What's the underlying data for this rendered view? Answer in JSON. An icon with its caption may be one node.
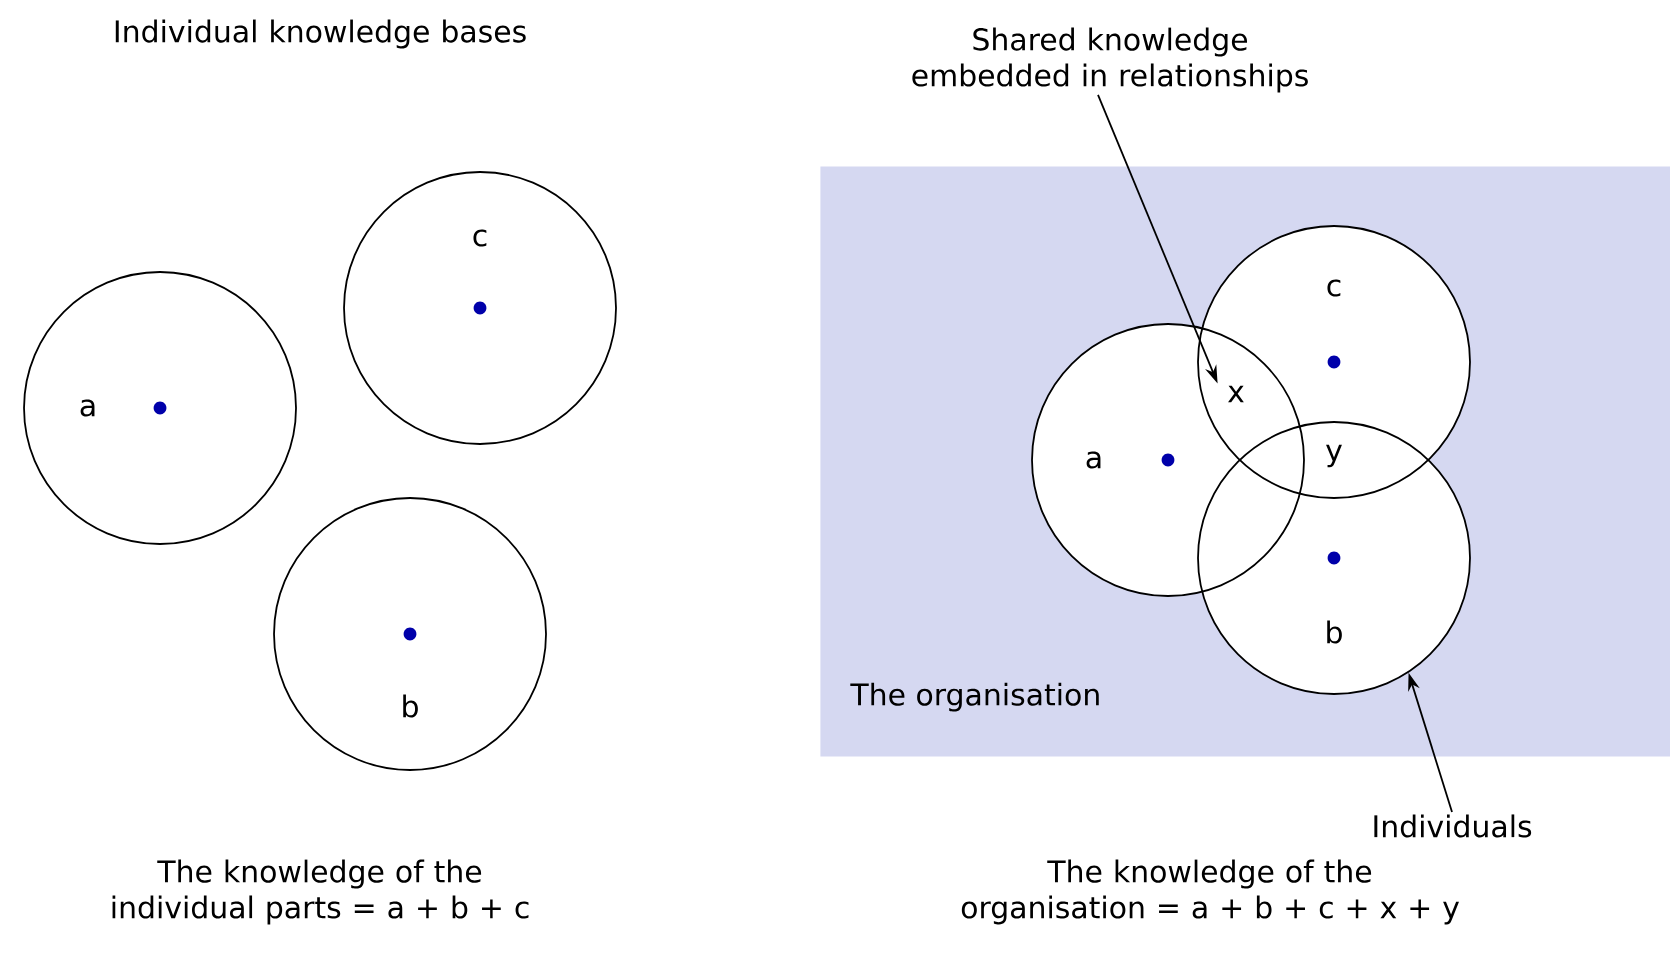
{
  "diagram": {
    "nodes": [
      {
        "text": [
          "a"
        ]
      },
      {
        "text": [
          "c"
        ]
      },
      {
        "text": [
          "b"
        ]
      },
      {
        "text": [
          "The organisation"
        ]
      },
      {
        "text": [
          "a"
        ],
        "in": 3
      },
      {
        "text": [
          "c"
        ],
        "in": 3
      },
      {
        "text": [
          "b"
        ],
        "in": 3
      },
      {
        "text": [
          "Shared knowledge embedded in relationships"
        ]
      },
      {
        "text": [
          "Individuals"
        ]
      },
      {
        "text": [
          "x"
        ]
      }
    ],
    "edges": [
      {
        "from": 7,
        "to": 9,
        "arrow": "to"
      },
      {
        "from": 8,
        "to": 6,
        "arrow": "to"
      }
    ],
    "labels": [
      "Individual knowledge bases",
      "y",
      "The knowledge of the individual parts = a + b + c",
      "The knowledge of the organisation = a + b + c + x + y"
    ]
  }
}
